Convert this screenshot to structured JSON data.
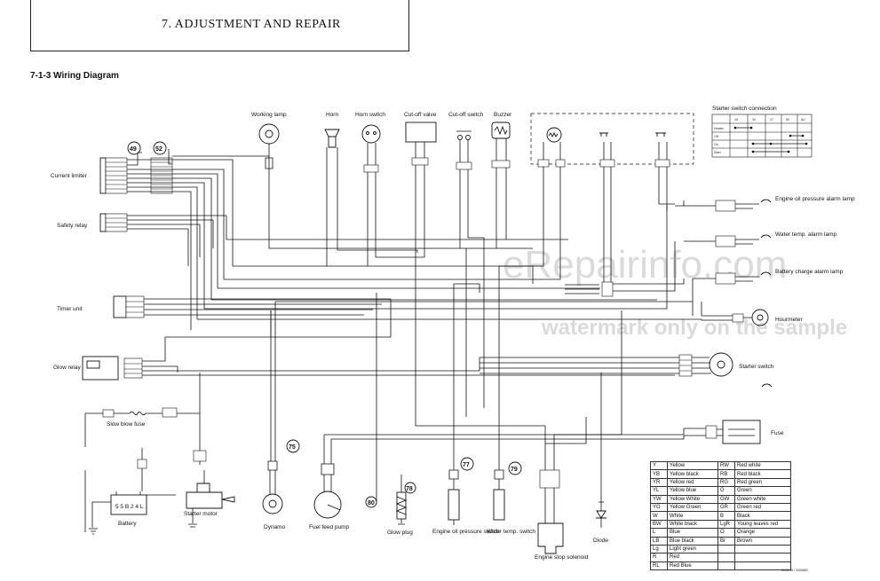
{
  "header": {
    "chapter_title": "7. ADJUSTMENT AND REPAIR"
  },
  "section_title": "7-1-3  Wiring Diagram",
  "watermark": {
    "line1": "eRepairinfo.com",
    "line2": "watermark only on the sample"
  },
  "components": {
    "working_lamp": "Working lamp",
    "horn": "Horn",
    "horn_switch": "Horn switch",
    "cutoff_valve": "Cut-off valve",
    "cutoff_switch": "Cut-off switch",
    "buzzer": "Buzzer",
    "current_limiter": "Current limiter",
    "safety_relay": "Safety relay",
    "timer_unit": "Timer unit",
    "glow_relay": "Glow relay",
    "slow_blow_fuse": "Slow blow fuse",
    "battery": "Battery",
    "battery_code": "5 5 B 2 4 L",
    "starter_motor": "Starter motor",
    "dynamo": "Dynamo",
    "fuel_feed_pump": "Fuel feed pump",
    "glow_plug": "Glow plug",
    "engine_oil_pressure_switch": "Engine oil pressure switch",
    "water_temp_switch": "Water temp. switch",
    "engine_stop_solenoid": "Engine stop solenoid",
    "diode": "Diode",
    "engine_oil_pressure_alarm_lamp": "Engine oil pressure alarm lamp",
    "water_temp_alarm_lamp": "Water temp. alarm lamp",
    "battery_charge_alarm_lamp": "Battery charge alarm lamp",
    "hourmeter": "Hourmeter",
    "starter_switch": "Starter switch",
    "fuse": "Fuse"
  },
  "ref_numbers": {
    "n49": "49",
    "n52": "52",
    "n75": "75",
    "n77": "77",
    "n79": "79",
    "n78": "78",
    "n80": "80"
  },
  "starter_switch_connection": {
    "title": "Starter switch connection",
    "columns": [
      "",
      "19",
      "30",
      "17",
      "50",
      "AC"
    ],
    "rows": [
      "Heater",
      "Off",
      "On",
      "Start"
    ]
  },
  "color_legend": [
    [
      "Y",
      "Yellow",
      "RW",
      "Red white"
    ],
    [
      "YB",
      "Yellow black",
      "RB",
      "Red black"
    ],
    [
      "YR",
      "Yellow red",
      "RG",
      "Red green"
    ],
    [
      "YL",
      "Yellow blue",
      "G",
      "Green"
    ],
    [
      "YW",
      "Yellow White",
      "GW",
      "Green white"
    ],
    [
      "YG",
      "Yellow Green",
      "GR",
      "Green red"
    ],
    [
      "W",
      "White",
      "B",
      "Black"
    ],
    [
      "BW",
      "White black",
      "LgR",
      "Young leaves red"
    ],
    [
      "L",
      "Blue",
      "O",
      "Orange"
    ],
    [
      "LB",
      "Blue black",
      "Br",
      "Brown"
    ],
    [
      "Lg",
      "Light green",
      "",
      ""
    ],
    [
      "R",
      "Red",
      "",
      ""
    ],
    [
      "RL",
      "Red Blue",
      "",
      ""
    ]
  ],
  "figure_code": "06.8L15 / S/0085D"
}
